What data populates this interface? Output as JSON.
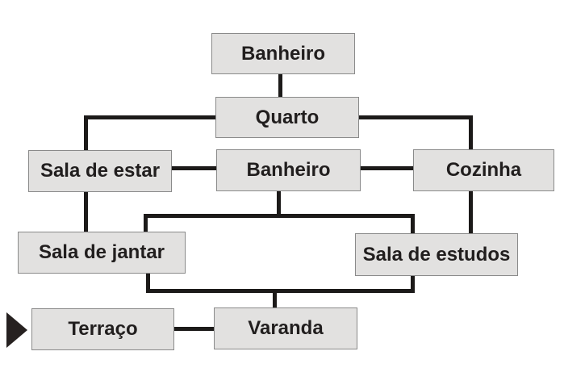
{
  "diagram": {
    "background_color": "#ffffff",
    "node_fill_color": "#e2e1e0",
    "node_border_color": "#8a8a8a",
    "edge_color": "#1c1a19",
    "text_color": "#211e1e",
    "nodes": [
      {
        "id": "banheiro-top",
        "label": "Banheiro"
      },
      {
        "id": "quarto",
        "label": "Quarto"
      },
      {
        "id": "sala-de-estar",
        "label": "Sala de estar"
      },
      {
        "id": "banheiro-middle",
        "label": "Banheiro"
      },
      {
        "id": "cozinha",
        "label": "Cozinha"
      },
      {
        "id": "sala-de-jantar",
        "label": "Sala de jantar"
      },
      {
        "id": "sala-de-estudos",
        "label": "Sala de estudos"
      },
      {
        "id": "terraco",
        "label": "Terraço"
      },
      {
        "id": "varanda",
        "label": "Varanda"
      }
    ],
    "edges": [
      {
        "from": "banheiro-top",
        "to": "quarto"
      },
      {
        "from": "quarto",
        "to": "sala-de-estar"
      },
      {
        "from": "quarto",
        "to": "cozinha"
      },
      {
        "from": "sala-de-estar",
        "to": "banheiro-middle"
      },
      {
        "from": "banheiro-middle",
        "to": "cozinha"
      },
      {
        "from": "sala-de-estar",
        "to": "sala-de-jantar"
      },
      {
        "from": "banheiro-middle",
        "to": "sala-de-jantar"
      },
      {
        "from": "banheiro-middle",
        "to": "sala-de-estudos"
      },
      {
        "from": "cozinha",
        "to": "sala-de-estudos"
      },
      {
        "from": "sala-de-jantar",
        "to": "varanda"
      },
      {
        "from": "sala-de-estudos",
        "to": "varanda"
      },
      {
        "from": "terraco",
        "to": "varanda"
      }
    ],
    "marker": {
      "shape": "solid-right-pointing-triangle",
      "points_at": "Terraço"
    }
  }
}
